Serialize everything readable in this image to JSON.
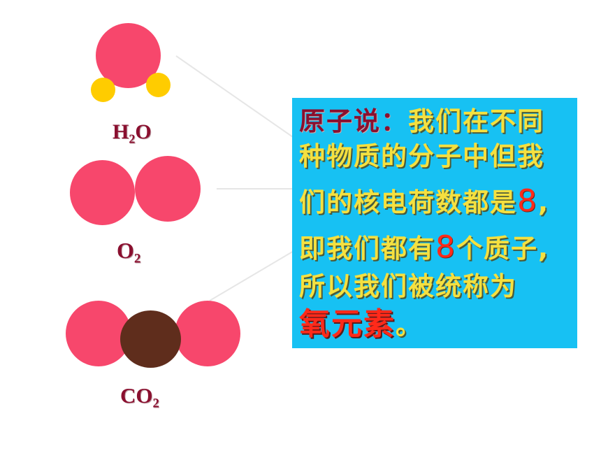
{
  "molecules": {
    "water": {
      "formula": "H",
      "sub": "2",
      "tail": "O"
    },
    "oxygen": {
      "formula": "O",
      "sub": "2"
    },
    "co2": {
      "formula": "CO",
      "sub": "2"
    }
  },
  "textbox": {
    "speaker": "原子说：",
    "line1_rest": "我们在不同",
    "line2": "种物质的分子中但我",
    "line3_pre": "们的核电荷数都是",
    "line3_num": "8",
    "line3_post": ",",
    "line4_pre": "即我们都有",
    "line4_num": "8",
    "line4_post": "个质子,",
    "line5": "所以我们被统称为",
    "line6_main": "氧元素",
    "line6_post": "。"
  },
  "colors": {
    "oxygen_atom": "#f7476c",
    "hydrogen_atom": "#ffcc00",
    "carbon_atom": "#5f2d1c",
    "textbox_bg": "#17c1f3",
    "text_yellow": "#f5e03f",
    "highlight_red": "#ff2a1a"
  }
}
